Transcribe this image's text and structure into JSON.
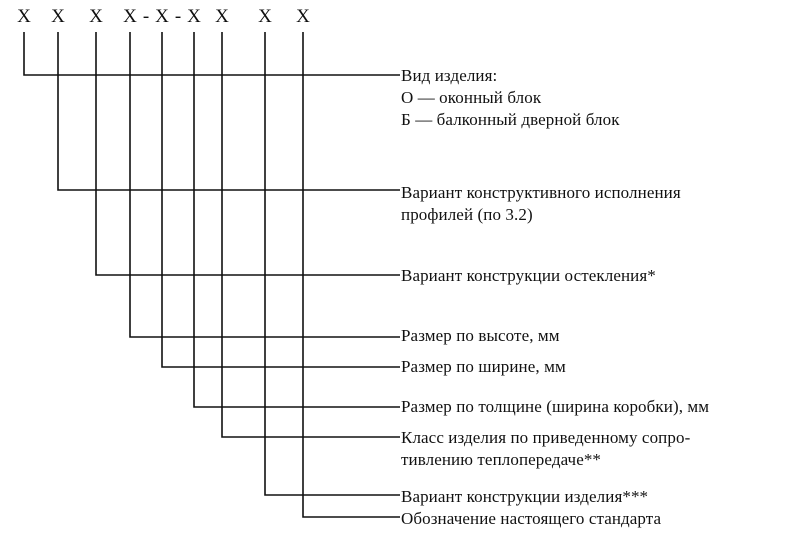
{
  "code_symbols": [
    "X",
    "X",
    "X",
    "X",
    "-",
    "X",
    "-",
    "X",
    "X",
    "X",
    "X"
  ],
  "items": [
    {
      "lines": [
        "Вид изделия:",
        "О — оконный блок",
        "Б — балконный дверной блок"
      ]
    },
    {
      "lines": [
        "Вариант конструктивного исполнения",
        "профилей (по 3.2)"
      ]
    },
    {
      "lines": [
        "Вариант конструкции остекления*"
      ]
    },
    {
      "lines": [
        "Размер по высоте, мм"
      ]
    },
    {
      "lines": [
        "Размер по ширине, мм"
      ]
    },
    {
      "lines": [
        "Размер по толщине (ширина коробки), мм"
      ]
    },
    {
      "lines": [
        "Класс изделия по приведенному сопро-",
        "тивлению теплопередаче**"
      ]
    },
    {
      "lines": [
        "Вариант конструкции изделия***"
      ]
    },
    {
      "lines": [
        "Обозначение настоящего стандарта"
      ]
    }
  ]
}
